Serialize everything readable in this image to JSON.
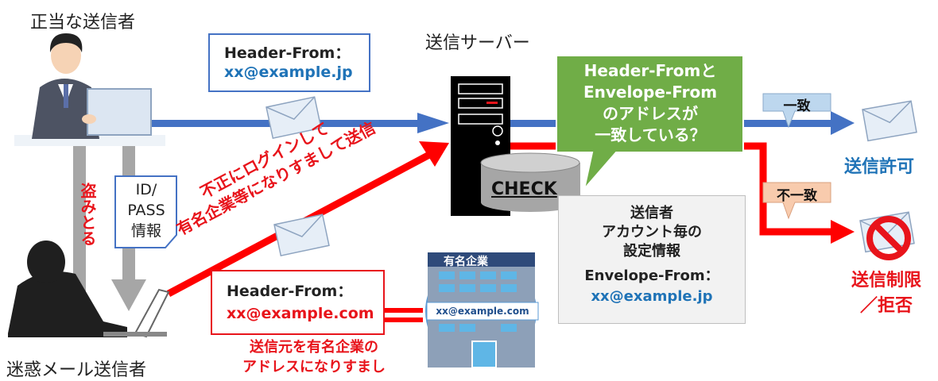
{
  "labels": {
    "legit_sender": "正当な送信者",
    "spammer": "迷惑メール送信者",
    "send_server": "送信サーバー",
    "check": "CHECK",
    "steal": "盗みとる",
    "id_pass": [
      "ID/",
      "PASS",
      "情報"
    ],
    "illegal_login": [
      "不正にログインして",
      "有名企業等になりすまして送信"
    ],
    "famous_company": "有名企業",
    "company_address": "xx@example.com",
    "spoof_caption": [
      "送信元を有名企業の",
      "アドレスになりすまし"
    ],
    "match": "一致",
    "mismatch": "不一致",
    "send_ok": "送信許可",
    "send_reject": [
      "送信制限",
      "／拒否"
    ]
  },
  "legit_header": {
    "label": "Header-From：",
    "address": "xx@example.jp"
  },
  "spoof_header": {
    "label": "Header-From：",
    "address": "xx@example.com"
  },
  "callout": [
    "Header-Fromと",
    "Envelope-From",
    "のアドレスが",
    "一致している？"
  ],
  "settings": {
    "lines": [
      "送信者",
      "アカウント毎の",
      "設定情報"
    ],
    "label": "Envelope-From：",
    "address": "xx@example.jp"
  },
  "colors": {
    "blue_arrow": "#4472c4",
    "red_arrow": "#ff0000",
    "callout_green": "#70ad47",
    "match_blue": "#bdd7ee",
    "mismatch_orange": "#f8cbad",
    "text_blue": "#1f73b7",
    "text_red": "#e8141b"
  }
}
